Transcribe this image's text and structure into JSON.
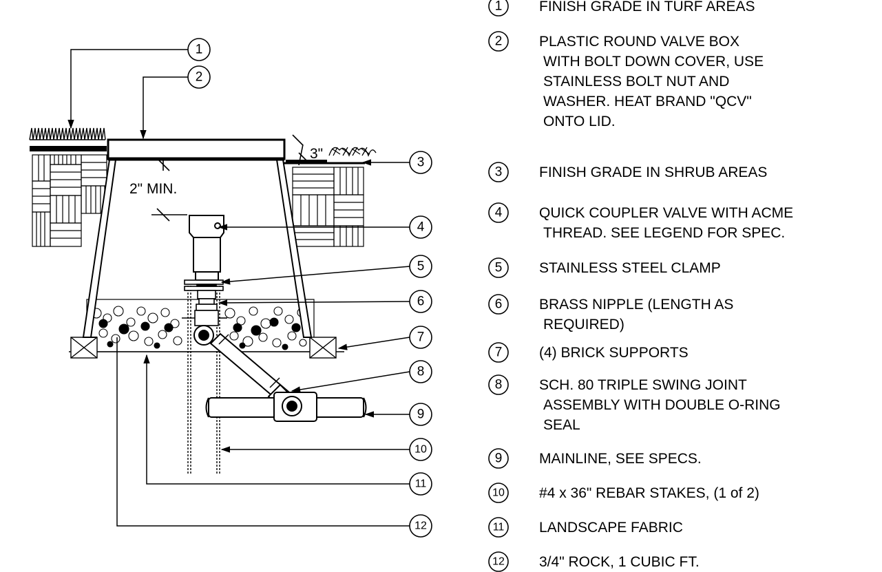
{
  "dimensions": {
    "top_clearance": "3\"",
    "min_depth": "2\" MIN."
  },
  "legend": [
    {
      "number": "1",
      "lines": [
        "FINISH GRADE IN TURF AREAS"
      ]
    },
    {
      "number": "2",
      "lines": [
        "PLASTIC ROUND VALVE BOX",
        "WITH BOLT DOWN COVER, USE",
        "STAINLESS BOLT NUT AND",
        "WASHER. HEAT BRAND \"QCV\"",
        "ONTO LID."
      ]
    },
    {
      "number": "3",
      "lines": [
        "FINISH GRADE IN SHRUB AREAS"
      ]
    },
    {
      "number": "4",
      "lines": [
        "QUICK COUPLER VALVE WITH ACME",
        "THREAD. SEE LEGEND FOR SPEC."
      ]
    },
    {
      "number": "5",
      "lines": [
        "STAINLESS STEEL CLAMP"
      ]
    },
    {
      "number": "6",
      "lines": [
        "BRASS NIPPLE (LENGTH AS",
        "REQUIRED)"
      ]
    },
    {
      "number": "7",
      "lines": [
        "(4) BRICK SUPPORTS"
      ]
    },
    {
      "number": "8",
      "lines": [
        "SCH. 80 TRIPLE SWING JOINT",
        "ASSEMBLY WITH DOUBLE O-RING",
        "SEAL"
      ]
    },
    {
      "number": "9",
      "lines": [
        "MAINLINE, SEE SPECS."
      ]
    },
    {
      "number": "10",
      "lines": [
        "#4 x 36\" REBAR STAKES, (1 of 2)"
      ]
    },
    {
      "number": "11",
      "lines": [
        "LANDSCAPE FABRIC"
      ]
    },
    {
      "number": "12",
      "lines": [
        "3/4\" ROCK, 1 CUBIC FT."
      ]
    }
  ]
}
